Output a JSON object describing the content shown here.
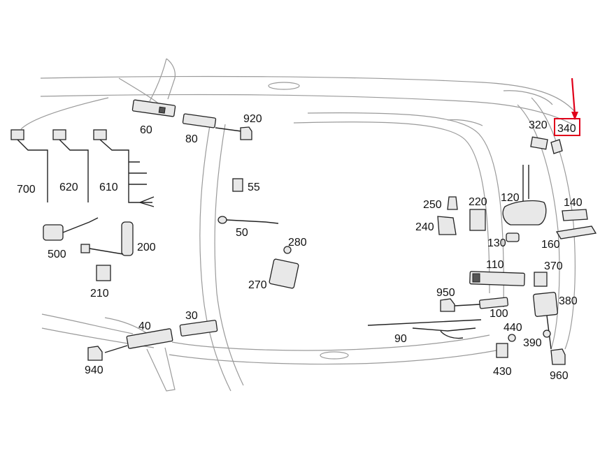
{
  "highlight": {
    "label": "340",
    "color": "#e0001a"
  },
  "callouts": [
    {
      "id": "60",
      "text": "60"
    },
    {
      "id": "80",
      "text": "80"
    },
    {
      "id": "920",
      "text": "920"
    },
    {
      "id": "700",
      "text": "700"
    },
    {
      "id": "620",
      "text": "620"
    },
    {
      "id": "610",
      "text": "610"
    },
    {
      "id": "55",
      "text": "55"
    },
    {
      "id": "50",
      "text": "50"
    },
    {
      "id": "500",
      "text": "500"
    },
    {
      "id": "200",
      "text": "200"
    },
    {
      "id": "210",
      "text": "210"
    },
    {
      "id": "280",
      "text": "280"
    },
    {
      "id": "270",
      "text": "270"
    },
    {
      "id": "30",
      "text": "30"
    },
    {
      "id": "40",
      "text": "40"
    },
    {
      "id": "940",
      "text": "940"
    },
    {
      "id": "320",
      "text": "320"
    },
    {
      "id": "340",
      "text": "340"
    },
    {
      "id": "250",
      "text": "250"
    },
    {
      "id": "220",
      "text": "220"
    },
    {
      "id": "120",
      "text": "120"
    },
    {
      "id": "140",
      "text": "140"
    },
    {
      "id": "240",
      "text": "240"
    },
    {
      "id": "130",
      "text": "130"
    },
    {
      "id": "160",
      "text": "160"
    },
    {
      "id": "110",
      "text": "110"
    },
    {
      "id": "370",
      "text": "370"
    },
    {
      "id": "950",
      "text": "950"
    },
    {
      "id": "100",
      "text": "100"
    },
    {
      "id": "380",
      "text": "380"
    },
    {
      "id": "90",
      "text": "90"
    },
    {
      "id": "440",
      "text": "440"
    },
    {
      "id": "390",
      "text": "390"
    },
    {
      "id": "430",
      "text": "430"
    },
    {
      "id": "960",
      "text": "960"
    }
  ]
}
